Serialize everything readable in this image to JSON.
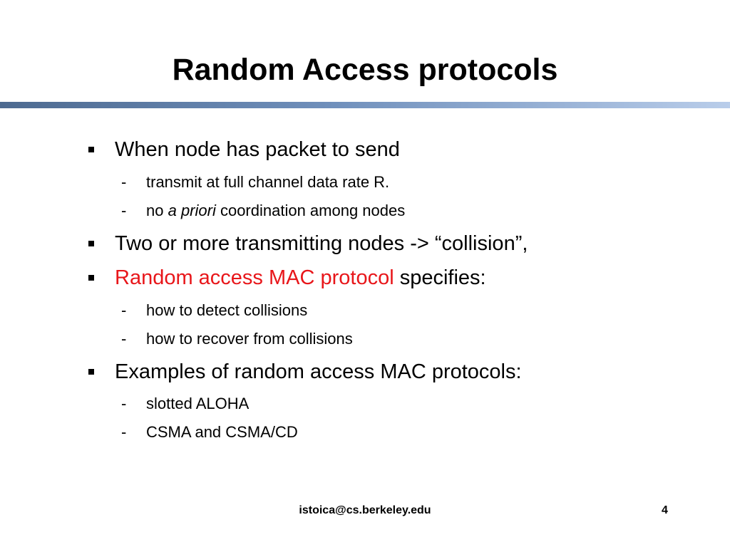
{
  "slide": {
    "title": "Random Access protocols",
    "bullets": [
      {
        "text": "When node has packet to send"
      },
      {
        "text": "transmit at full channel data rate R."
      },
      {
        "text_before": "no ",
        "text_italic": "a priori",
        "text_after": " coordination among nodes"
      },
      {
        "text": "Two or more transmitting nodes -> “collision”,"
      },
      {
        "text_red": "Random access MAC protocol",
        "text_after": " specifies:",
        "highlight_color": "#e8161a"
      },
      {
        "text": "how to detect collisions"
      },
      {
        "text": "how to recover from collisions"
      },
      {
        "text": "Examples of random access MAC protocols:"
      },
      {
        "text": "slotted ALOHA"
      },
      {
        "text": "CSMA and CSMA/CD"
      }
    ],
    "sub_marker": "-",
    "footer": {
      "email": "istoica@cs.berkeley.edu",
      "page_number": "4"
    }
  }
}
